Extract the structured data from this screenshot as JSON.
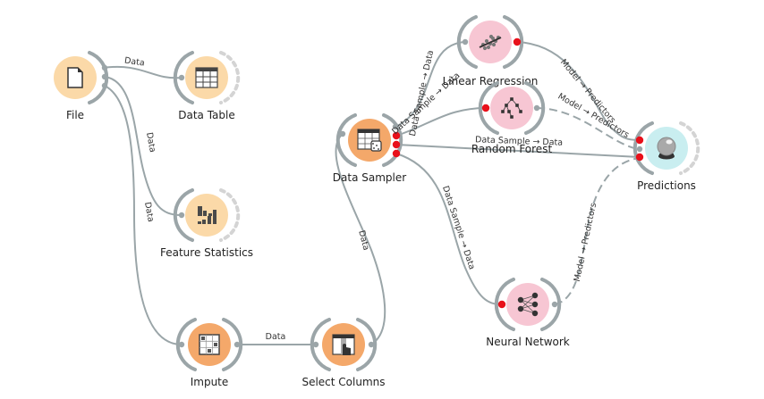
{
  "canvas": {
    "background": "#ffffff"
  },
  "colors": {
    "data_node": "#fbd9a8",
    "transform_node": "#f4a86a",
    "model_node": "#f7c6d3",
    "evaluate_node": "#c9eef0",
    "link": "#9aa5a8",
    "anchor_active": "#e8101a",
    "icon": "#4a4a4a"
  },
  "nodes": [
    {
      "id": "file",
      "label": "File",
      "icon": "file-icon",
      "category": "data"
    },
    {
      "id": "data-table",
      "label": "Data Table",
      "icon": "table-icon",
      "category": "data"
    },
    {
      "id": "feature-statistics",
      "label": "Feature Statistics",
      "icon": "bar-chart-icon",
      "category": "data"
    },
    {
      "id": "impute",
      "label": "Impute",
      "icon": "impute-grid-icon",
      "category": "transform"
    },
    {
      "id": "select-columns",
      "label": "Select Columns",
      "icon": "select-columns-icon",
      "category": "transform"
    },
    {
      "id": "data-sampler",
      "label": "Data Sampler",
      "icon": "dice-table-icon",
      "category": "transform"
    },
    {
      "id": "linear-regression",
      "label": "Linear Regression",
      "icon": "scatter-line-icon",
      "category": "model"
    },
    {
      "id": "random-forest",
      "label": "Random Forest",
      "icon": "tree-icon",
      "category": "model"
    },
    {
      "id": "neural-network",
      "label": "Neural Network",
      "icon": "network-icon",
      "category": "model"
    },
    {
      "id": "predictions",
      "label": "Predictions",
      "icon": "crystal-ball-icon",
      "category": "evaluate"
    }
  ],
  "links": [
    {
      "from": "file",
      "to": "data-table",
      "label": "Data",
      "dashed": false
    },
    {
      "from": "file",
      "to": "feature-statistics",
      "label": "Data",
      "dashed": false
    },
    {
      "from": "file",
      "to": "impute",
      "label": "Data",
      "dashed": false
    },
    {
      "from": "impute",
      "to": "select-columns",
      "label": "Data",
      "dashed": false
    },
    {
      "from": "select-columns",
      "to": "data-sampler",
      "label": "Data",
      "dashed": false
    },
    {
      "from": "data-sampler",
      "to": "linear-regression",
      "label": "Data Sample → Data",
      "dashed": false
    },
    {
      "from": "data-sampler",
      "to": "random-forest",
      "label": "Data Sample → Data",
      "dashed": false
    },
    {
      "from": "data-sampler",
      "to": "predictions",
      "label": "Data Sample → Data",
      "dashed": false
    },
    {
      "from": "data-sampler",
      "to": "neural-network",
      "label": "Data Sample → Data",
      "dashed": false
    },
    {
      "from": "linear-regression",
      "to": "predictions",
      "label": "Model → Predictors",
      "dashed": false
    },
    {
      "from": "random-forest",
      "to": "predictions",
      "label": "Model → Predictors",
      "dashed": true
    },
    {
      "from": "neural-network",
      "to": "predictions",
      "label": "Model → Predictors",
      "dashed": true
    }
  ]
}
